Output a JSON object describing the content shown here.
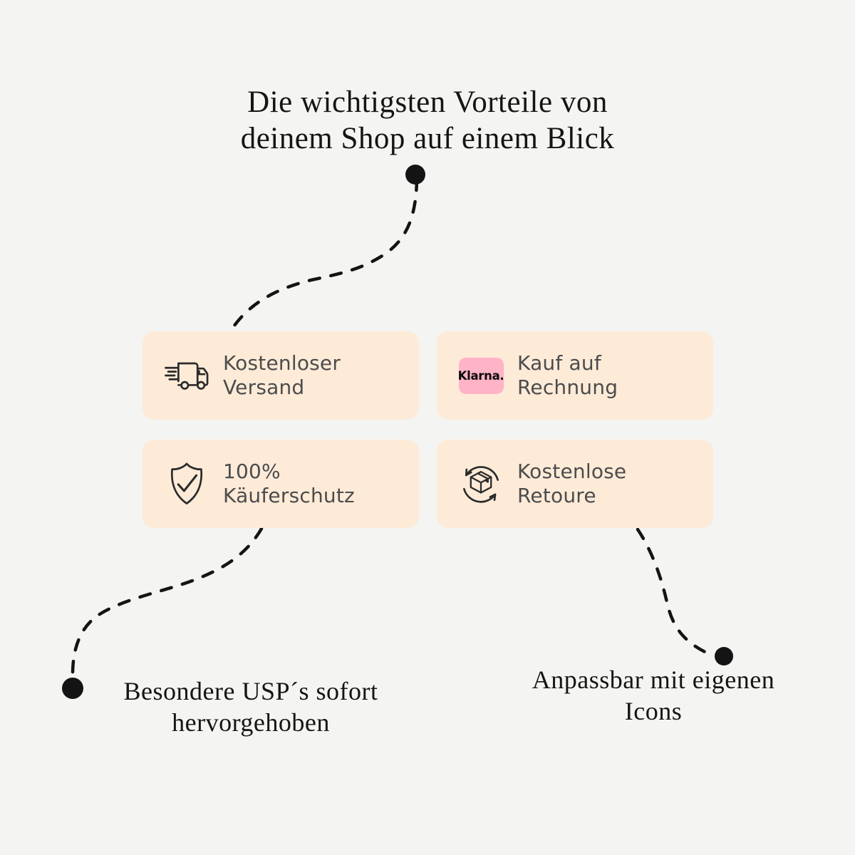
{
  "colors": {
    "background": "#f4f4f2",
    "card_background": "#fdebd8",
    "card_text": "#4c4c4c",
    "line_black": "#141414",
    "klarna_pink": "#ffb3c7"
  },
  "title": {
    "lines": [
      "Die wichtigsten Vorteile von",
      "deinem Shop auf einem Blick"
    ]
  },
  "cards": [
    {
      "icon": "shipping-truck-icon",
      "lines": [
        "Kostenloser",
        "Versand"
      ]
    },
    {
      "icon": "klarna-badge",
      "badge_text": "Klarna.",
      "lines": [
        "Kauf auf",
        "Rechnung"
      ]
    },
    {
      "icon": "shield-check-icon",
      "lines": [
        "100%",
        "Käuferschutz"
      ]
    },
    {
      "icon": "return-box-icon",
      "lines": [
        "Kostenlose",
        "Retoure"
      ]
    }
  ],
  "annotations": [
    {
      "position": "bottom-left",
      "lines": [
        "Besondere USP´s sofort",
        "hervorgehoben"
      ]
    },
    {
      "position": "bottom-right",
      "lines": [
        "Anpassbar mit eigenen",
        "Icons"
      ]
    }
  ]
}
